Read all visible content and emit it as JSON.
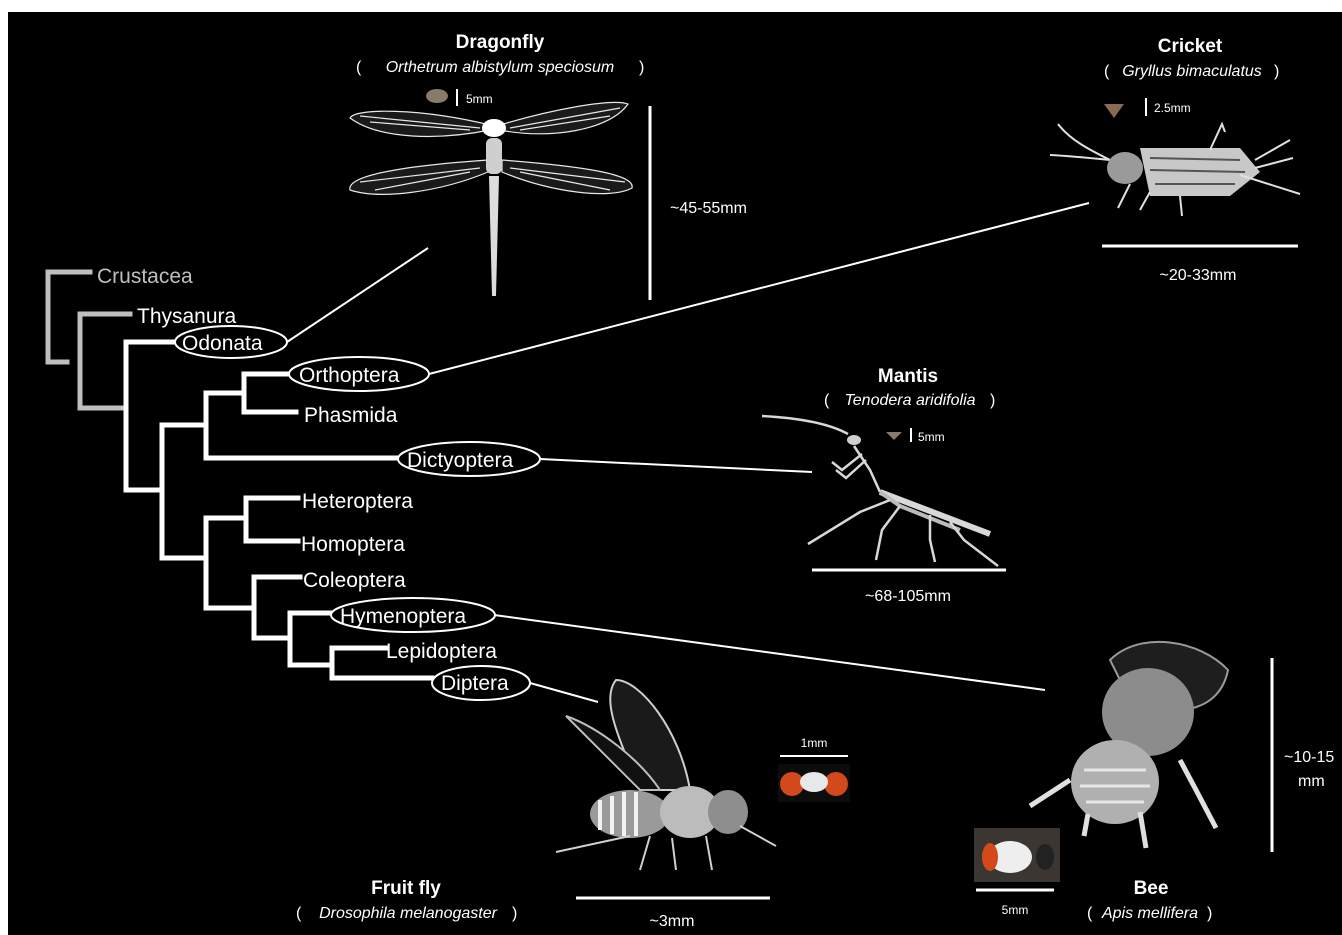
{
  "colors": {
    "background": "#000000",
    "lines": "#ffffff",
    "outgroup": "#bfbfbf",
    "retina_orange": "#d2491c"
  },
  "tree": {
    "outgroup": "Crustacea",
    "taxa": {
      "thysanura": "Thysanura",
      "odonata": "Odonata",
      "orthoptera": "Orthoptera",
      "phasmida": "Phasmida",
      "dictyoptera": "Dictyoptera",
      "heteroptera": "Heteroptera",
      "homoptera": "Homoptera",
      "coleoptera": "Coleoptera",
      "hymenoptera": "Hymenoptera",
      "lepidoptera": "Lepidoptera",
      "diptera": "Diptera"
    },
    "highlighted": [
      "Odonata",
      "Orthoptera",
      "Dictyoptera",
      "Hymenoptera",
      "Diptera"
    ]
  },
  "species": {
    "dragonfly": {
      "name": "Dragonfly",
      "latin": "Orthetrum albistylum speciosum",
      "scale_bar": "5mm",
      "body_size": "~45-55mm",
      "icon": "dragonfly-icon"
    },
    "cricket": {
      "name": "Cricket",
      "latin": "Gryllus bimaculatus",
      "scale_bar": "2.5mm",
      "body_size": "~20-33mm",
      "icon": "cricket-icon"
    },
    "mantis": {
      "name": "Mantis",
      "latin": "Tenodera aridifolia",
      "scale_bar": "5mm",
      "body_size": "~68-105mm",
      "icon": "mantis-icon"
    },
    "fruitfly": {
      "name": "Fruit fly",
      "latin": "Drosophila melanogaster",
      "scale_bar": "1mm",
      "body_size": "~3mm",
      "icon": "fruit-fly-icon"
    },
    "bee": {
      "name": "Bee",
      "latin": "Apis mellifera",
      "scale_bar": "5mm",
      "body_size_line1": "~10-15",
      "body_size_line2": "mm",
      "icon": "bee-icon"
    }
  }
}
